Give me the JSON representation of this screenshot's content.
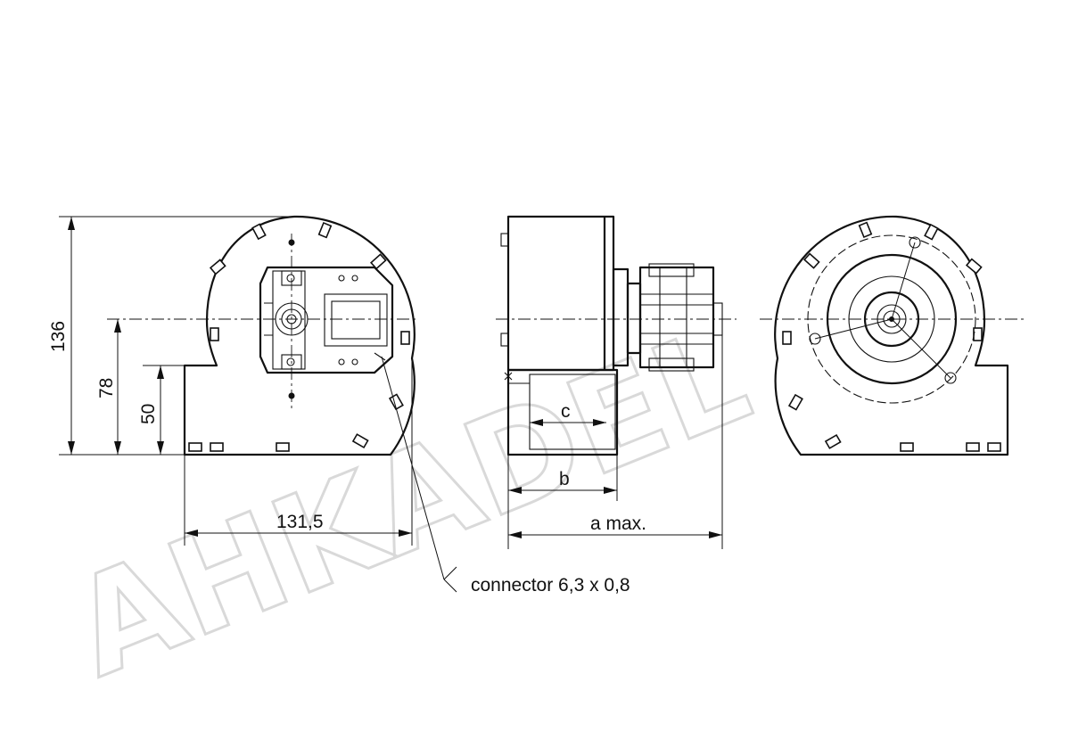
{
  "dimensions": {
    "height_total": "136",
    "height_axis": "78",
    "height_outlet": "50",
    "width_total": "131,5",
    "dim_c": "c",
    "dim_b": "b",
    "dim_a": "a max."
  },
  "callout": {
    "connector": "connector 6,3 x 0,8"
  },
  "watermark": {
    "text": "AHKADEL"
  }
}
